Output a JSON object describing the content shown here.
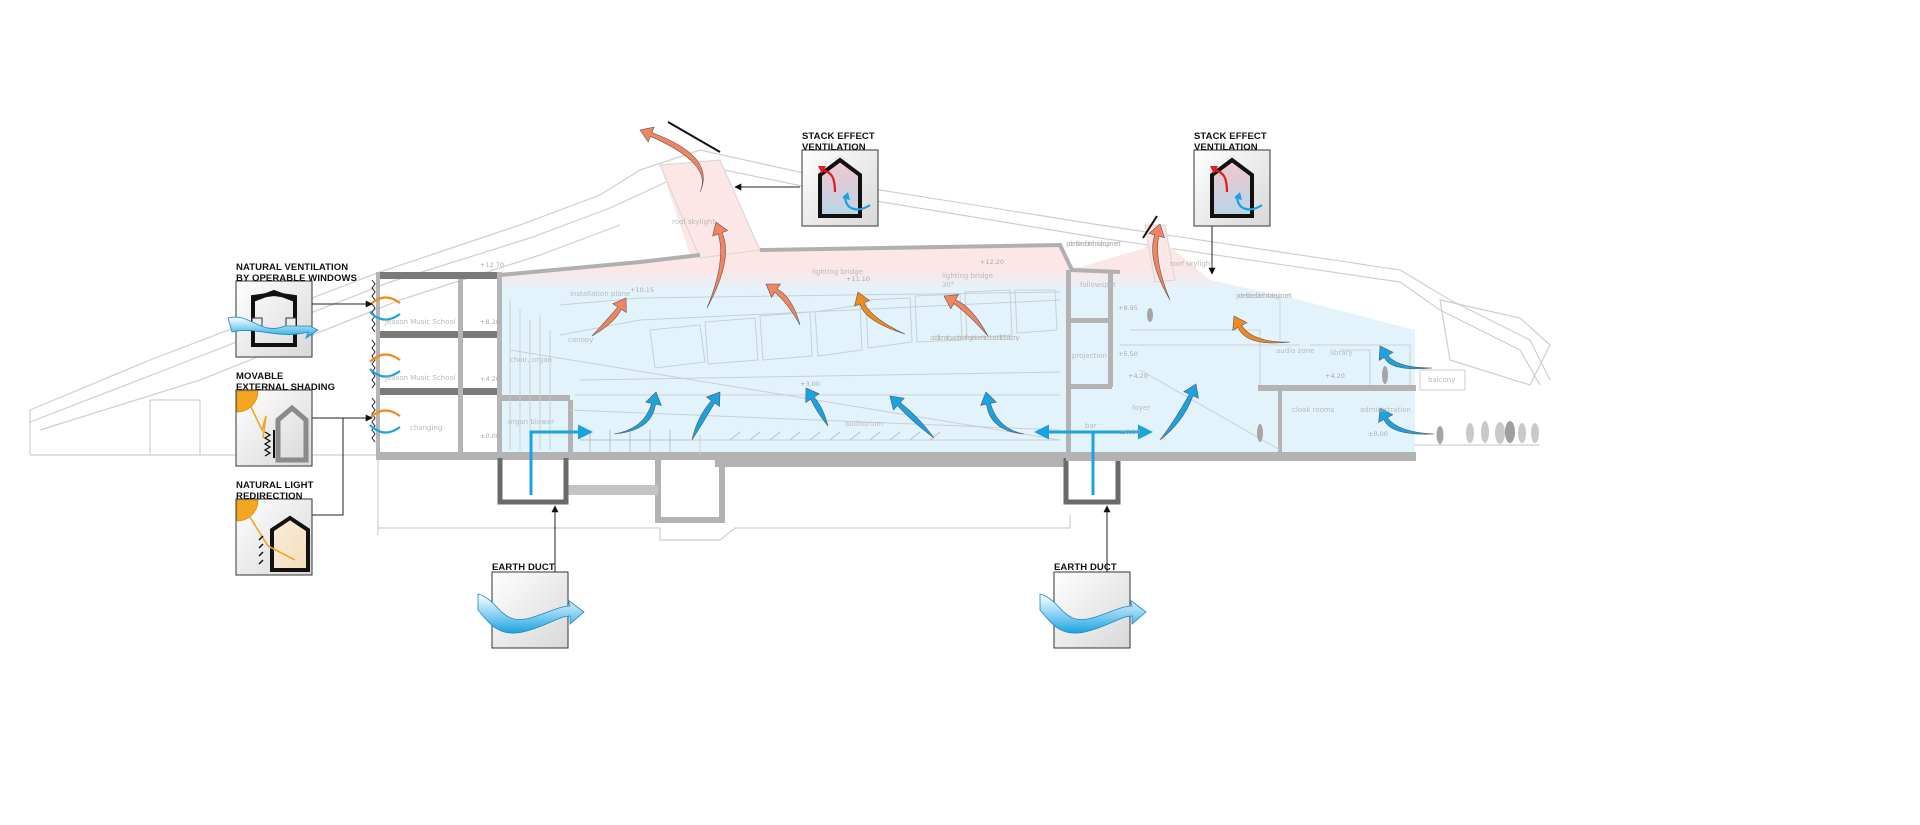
{
  "diagram": {
    "title": "Building section - passive ventilation strategy",
    "colors": {
      "warm_air": "#f2845f",
      "warm_air_orange": "#f08a1c",
      "cool_air": "#1aa3e0",
      "warm_zone": "#fde8e8",
      "cool_zone": "#e3f3fc",
      "structure": "#b3b3b3",
      "slab_dark": "#7a7a7a",
      "sun": "#f4a623"
    },
    "callouts": [
      {
        "id": "natural-ventilation",
        "title_line1": "NATURAL VENTILATION",
        "title_line2": "BY OPERABLE WINDOWS",
        "icon": "house-crossflow-icon"
      },
      {
        "id": "movable-shading",
        "title_line1": "MOVABLE",
        "title_line2": "EXTERNAL SHADING",
        "icon": "sun-shading-icon"
      },
      {
        "id": "light-redirection",
        "title_line1": "NATURAL LIGHT",
        "title_line2": "REDIRECTION",
        "icon": "sun-light-redirect-icon"
      },
      {
        "id": "stack-effect-1",
        "title_line1": "STACK EFFECT",
        "title_line2": "VENTILATION",
        "icon": "house-stack-effect-icon"
      },
      {
        "id": "stack-effect-2",
        "title_line1": "STACK EFFECT",
        "title_line2": "VENTILATION",
        "icon": "house-stack-effect-icon"
      },
      {
        "id": "earth-duct-1",
        "title_line1": "EARTH DUCT",
        "title_line2": "",
        "icon": "earth-duct-airflow-icon"
      },
      {
        "id": "earth-duct-2",
        "title_line1": "EARTH DUCT",
        "title_line2": "",
        "icon": "earth-duct-airflow-icon"
      }
    ],
    "room_labels": {
      "music_school_1": "Jeason Music School",
      "music_school_2": "Jeason Music School",
      "changing": "changing",
      "choir_organ": "choir, organ",
      "organ_blower": "organ blower",
      "canopy": "canopy",
      "installation_plane": "installation plane",
      "roof_skylight_1": "roof skylight",
      "roof_skylight_2": "roof skylight",
      "lighting_bridge_1": "lighting bridge",
      "lighting_bridge_2": "lighting bridge",
      "lighting_bridge_2_angle": "30°",
      "additional_seating": "additional row of seating to be introduced to balcony",
      "auditorium": "auditorium",
      "followspot": "followspot",
      "projection": "projection r.",
      "bar": "bar",
      "foyer": "foyer",
      "potential_area_1": "potential area for technical equipment",
      "potential_area_2": "potential area for technical equipment",
      "audio_zone": "audio zone",
      "library": "library",
      "balcony": "balcony",
      "cloak_rooms": "cloak rooms",
      "administration": "administration"
    },
    "levels": {
      "roof_left": "+12.70",
      "upper_left": "+8.20",
      "mid_left": "+4.20",
      "ground_left": "±0,00",
      "install_plane": "+10.15",
      "lighting_bridge": "+11.10",
      "bridge_right": "+12.20",
      "followspot_lvl": "+8.95",
      "projection_lvl": "+5.50",
      "foyer_upper": "+4.20",
      "auditorium_lvl": "+3.00",
      "library_lvl": "+4.20",
      "admin_lvl": "±0,00",
      "bar_lvl": "±0,00"
    }
  }
}
